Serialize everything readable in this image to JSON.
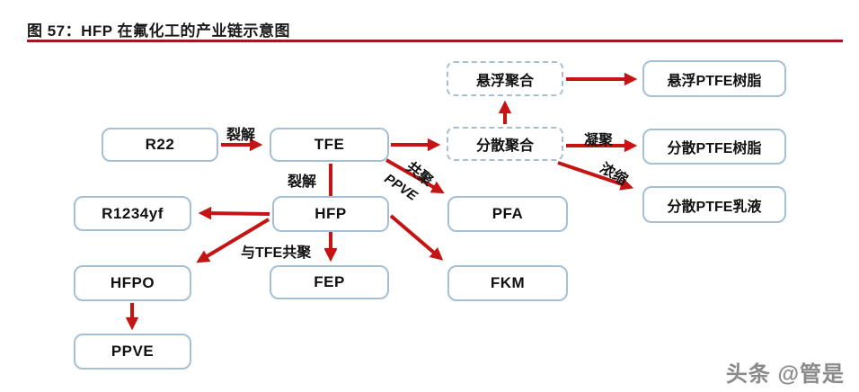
{
  "figure": {
    "title": "图 57：HFP 在氟化工的产业链示意图",
    "watermark": "头条 @管是"
  },
  "colors": {
    "arrow_red": "#c41414",
    "title_rule_red": "#a3161e",
    "node_border_blue": "#a5c0d5",
    "text": "#111111",
    "background": "#ffffff"
  },
  "nodes": {
    "r22": {
      "label": "R22"
    },
    "tfe": {
      "label": "TFE"
    },
    "susp_poly": {
      "label": "悬浮聚合"
    },
    "disp_poly": {
      "label": "分散聚合"
    },
    "susp_ptfe": {
      "label": "悬浮PTFE树脂"
    },
    "disp_ptfe": {
      "label": "分散PTFE树脂"
    },
    "disp_emulsion": {
      "label": "分散PTFE乳液"
    },
    "r1234yf": {
      "label": "R1234yf"
    },
    "hfp": {
      "label": "HFP"
    },
    "pfa": {
      "label": "PFA"
    },
    "hfpo": {
      "label": "HFPO"
    },
    "fep": {
      "label": "FEP"
    },
    "fkm": {
      "label": "FKM"
    },
    "ppve": {
      "label": "PPVE"
    }
  },
  "edge_labels": {
    "crack_r22_tfe": "裂解",
    "crack_tfe_hfp": "裂解",
    "copoly_tfe_pfa": "共聚",
    "ppve_comonomer": "PPVE",
    "coagulation": "凝聚",
    "concentration": "浓缩",
    "copoly_with_tfe": "与TFE共聚"
  }
}
